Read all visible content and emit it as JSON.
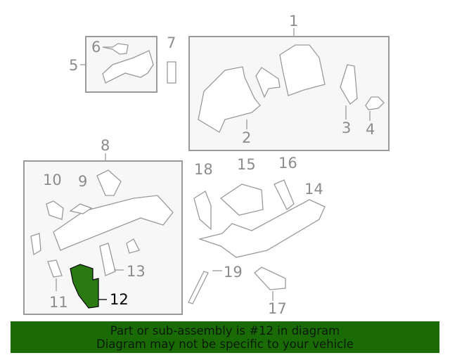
{
  "diagram": {
    "highlighted_part": "12",
    "highlight_color": "#2a7a12",
    "callouts": [
      {
        "id": "1",
        "label": "1"
      },
      {
        "id": "2",
        "label": "2"
      },
      {
        "id": "3",
        "label": "3"
      },
      {
        "id": "4",
        "label": "4"
      },
      {
        "id": "5",
        "label": "5"
      },
      {
        "id": "6",
        "label": "6"
      },
      {
        "id": "7",
        "label": "7"
      },
      {
        "id": "8",
        "label": "8"
      },
      {
        "id": "9",
        "label": "9"
      },
      {
        "id": "10",
        "label": "10"
      },
      {
        "id": "11",
        "label": "11"
      },
      {
        "id": "12",
        "label": "12"
      },
      {
        "id": "13",
        "label": "13"
      },
      {
        "id": "14",
        "label": "14"
      },
      {
        "id": "15",
        "label": "15"
      },
      {
        "id": "16",
        "label": "16"
      },
      {
        "id": "17",
        "label": "17"
      },
      {
        "id": "18",
        "label": "18"
      },
      {
        "id": "19",
        "label": "19"
      }
    ]
  },
  "banner": {
    "line1": "Part or sub-assembly is #12 in diagram",
    "line2": "Diagram may not be specific to your vehicle",
    "background": "#1a6b06"
  }
}
